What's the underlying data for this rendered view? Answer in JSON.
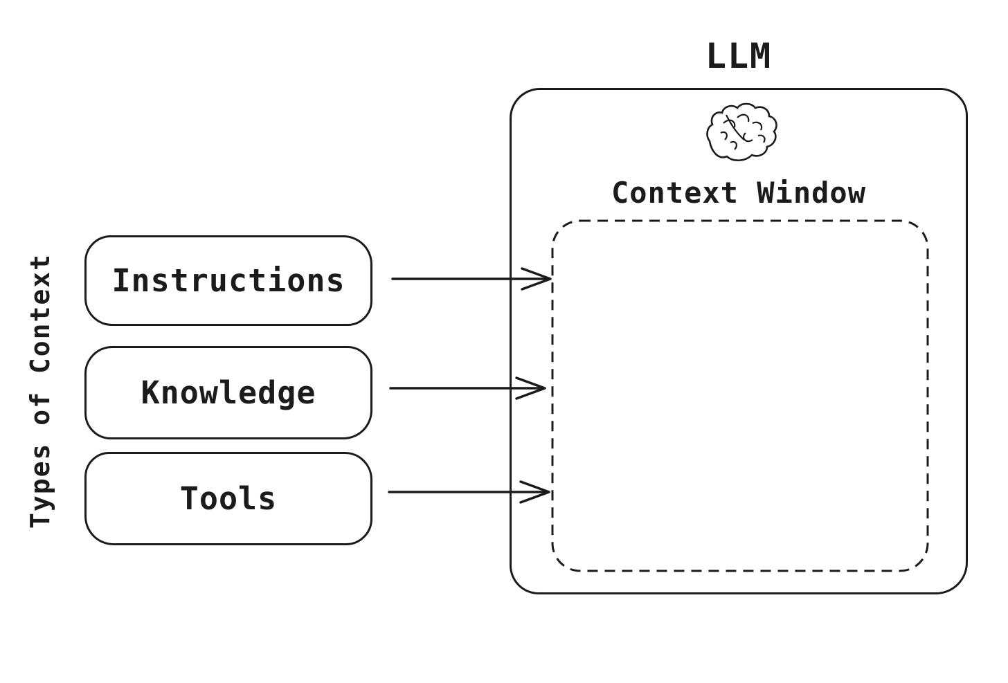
{
  "diagram": {
    "left_panel": {
      "title": "Types of Context",
      "items": [
        {
          "label": "Instructions"
        },
        {
          "label": "Knowledge"
        },
        {
          "label": "Tools"
        }
      ]
    },
    "llm": {
      "title": "LLM",
      "icon": "brain-icon",
      "context_window_label": "Context Window"
    },
    "colors": {
      "stroke": "#1b1b1b",
      "background": "#ffffff"
    }
  }
}
